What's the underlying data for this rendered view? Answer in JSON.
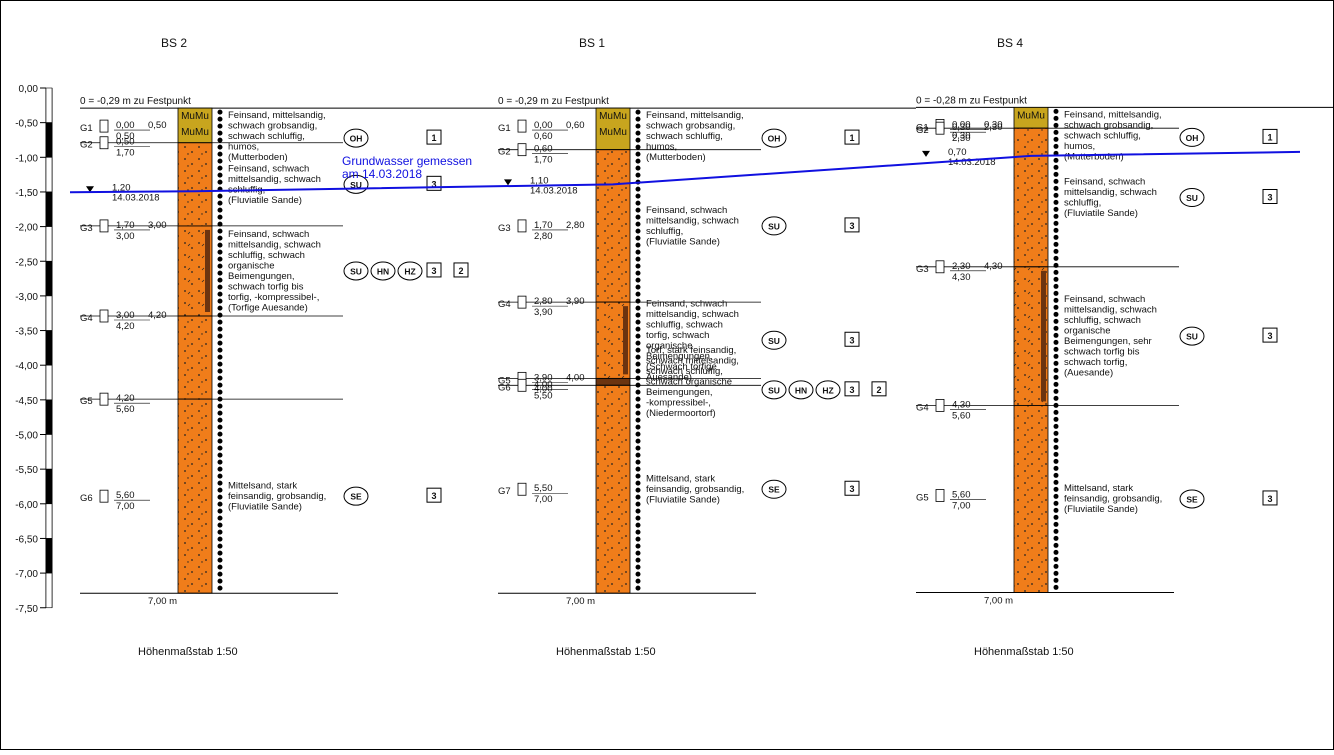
{
  "scale": {
    "ticks": [
      "0,00",
      "-0,50",
      "-1,00",
      "-1,50",
      "-2,00",
      "-2,50",
      "-3,00",
      "-3,50",
      "-4,00",
      "-4,50",
      "-5,00",
      "-5,50",
      "-6,00",
      "-6,50",
      "-7,00",
      "-7,50"
    ]
  },
  "groundwater": {
    "label_line1": "Grundwasser gemessen",
    "label_line2": "am 14.03.2018",
    "color": "#1010e0"
  },
  "colors": {
    "sand": "#f07d1a",
    "topsoil": "#c8a51e",
    "peat": "#6b3410",
    "gw_line": "#1010e0"
  },
  "boreholes": [
    {
      "id": "bs2",
      "title": "BS 2",
      "datum": "0 = -0,29 m zu Festpunkt",
      "datum_m": -0.29,
      "mu_labels": [
        "MuMu",
        "MuMu"
      ],
      "gw": {
        "depth_label": "1,20",
        "date": "14.03.2018",
        "depth_m": 1.2
      },
      "depth_end": "7,00 m",
      "scale_note": "Höhenmaßstab 1:50",
      "layers": [
        {
          "top": 0.0,
          "bottom": 0.5,
          "type": "topsoil",
          "desc": [
            "Feinsand, mittelsandig,",
            "schwach grobsandig,",
            "schwach schluffig,",
            "humos,",
            "(Mutterboden)"
          ],
          "symbols": [
            "OH"
          ],
          "classes": [
            "1"
          ]
        },
        {
          "top": 0.5,
          "bottom": 1.7,
          "type": "sand",
          "desc": [
            "Feinsand, schwach",
            "mittelsandig, schwach",
            "schluffig,",
            "(Fluviatile Sande)"
          ],
          "symbols": [
            "SU"
          ],
          "classes": [
            "3"
          ]
        },
        {
          "top": 1.7,
          "bottom": 3.0,
          "type": "peaty",
          "desc": [
            "Feinsand, schwach",
            "mittelsandig, schwach",
            "schluffig, schwach",
            "organische",
            "Beimengungen,",
            "schwach torfig bis",
            "torfig, -kompressibel-,",
            "(Torfige Auesande)"
          ],
          "symbols": [
            "SU",
            "HN",
            "HZ"
          ],
          "classes": [
            "3",
            "2"
          ]
        },
        {
          "top": 3.0,
          "bottom": 4.2,
          "type": "sand"
        },
        {
          "top": 4.2,
          "bottom": 7.0,
          "type": "sand",
          "desc": [
            "Mittelsand, stark",
            "feinsandig, grobsandig,",
            "(Fluviatile Sande)"
          ],
          "symbols": [
            "SE"
          ],
          "classes": [
            "3"
          ]
        }
      ],
      "samples": [
        {
          "id": "G1",
          "top": "0,00",
          "bottom": "0,50",
          "right": "0,50"
        },
        {
          "id": "G2",
          "top": "0,50",
          "bottom": "1,70",
          "right": ""
        },
        {
          "id": "G3",
          "top": "1,70",
          "bottom": "3,00",
          "right": "3,00"
        },
        {
          "id": "G4",
          "top": "3,00",
          "bottom": "4,20",
          "right": "4,20"
        },
        {
          "id": "G5",
          "top": "4,20",
          "bottom": "5,60",
          "right": ""
        },
        {
          "id": "G6",
          "top": "5,60",
          "bottom": "7,00",
          "right": ""
        }
      ]
    },
    {
      "id": "bs1",
      "title": "BS 1",
      "datum": "0 = -0,29 m zu Festpunkt",
      "datum_m": -0.29,
      "mu_labels": [
        "MuMu",
        "MuMu"
      ],
      "gw": {
        "depth_label": "1,10",
        "date": "14.03.2018",
        "depth_m": 1.1
      },
      "depth_end": "7,00 m",
      "scale_note": "Höhenmaßstab 1:50",
      "layers": [
        {
          "top": 0.0,
          "bottom": 0.6,
          "type": "topsoil",
          "desc": [
            "Feinsand, mittelsandig,",
            "schwach grobsandig,",
            "schwach schluffig,",
            "humos,",
            "(Mutterboden)"
          ],
          "symbols": [
            "OH"
          ],
          "classes": [
            "1"
          ]
        },
        {
          "top": 0.6,
          "bottom": 2.8,
          "type": "sand",
          "desc": [
            "Feinsand, schwach",
            "mittelsandig, schwach",
            "schluffig,",
            "(Fluviatile Sande)"
          ],
          "symbols": [
            "SU"
          ],
          "classes": [
            "3"
          ]
        },
        {
          "top": 2.8,
          "bottom": 3.9,
          "type": "peaty",
          "desc": [
            "Feinsand, schwach",
            "mittelsandig, schwach",
            "schluffig, schwach",
            "torfig, schwach",
            "organische",
            "Beimengungen,",
            "(Schwach torfige",
            "Auesande)"
          ],
          "symbols": [
            "SU"
          ],
          "classes": [
            "3"
          ]
        },
        {
          "top": 3.9,
          "bottom": 4.0,
          "type": "peat",
          "desc": [
            "Torf, stark feinsandig,",
            "schwach mittelsandig,",
            "schwach schluffig,",
            "schwach organische",
            "Beimengungen,",
            "-kompressibel-,",
            "(Niedermoortorf)"
          ],
          "symbols": [
            "SU",
            "HN",
            "HZ"
          ],
          "classes": [
            "3",
            "2"
          ]
        },
        {
          "top": 4.0,
          "bottom": 7.0,
          "type": "sand",
          "desc": [
            "Mittelsand, stark",
            "feinsandig, grobsandig,",
            "(Fluviatile Sande)"
          ],
          "symbols": [
            "SE"
          ],
          "classes": [
            "3"
          ]
        }
      ],
      "samples": [
        {
          "id": "G1",
          "top": "0,00",
          "bottom": "0,60",
          "right": "0,60"
        },
        {
          "id": "G2",
          "top": "0,60",
          "bottom": "1,70",
          "right": ""
        },
        {
          "id": "G3",
          "top": "1,70",
          "bottom": "2,80",
          "right": "2,80"
        },
        {
          "id": "G4",
          "top": "2,80",
          "bottom": "3,90",
          "right": "3,90"
        },
        {
          "id": "G5",
          "top": "3,90",
          "bottom": "4,00",
          "right": "4,00"
        },
        {
          "id": "G6",
          "top": "4,00",
          "bottom": "5,50",
          "right": ""
        },
        {
          "id": "G7",
          "top": "5,50",
          "bottom": "7,00",
          "right": ""
        }
      ]
    },
    {
      "id": "bs4",
      "title": "BS 4",
      "datum": "0 = -0,28 m zu Festpunkt",
      "datum_m": -0.28,
      "mu_labels": [
        "MuMu"
      ],
      "gw": {
        "depth_label": "0,70",
        "date": "14.03.2018",
        "depth_m": 0.7
      },
      "depth_end": "7,00 m",
      "scale_note": "Höhenmaßstab 1:50",
      "layers": [
        {
          "top": 0.0,
          "bottom": 0.3,
          "type": "topsoil",
          "desc": [
            "Feinsand, mittelsandig,",
            "schwach grobsandig,",
            "schwach schluffig,",
            "humos,",
            "(Mutterboden)"
          ],
          "symbols": [
            "OH"
          ],
          "classes": [
            "1"
          ]
        },
        {
          "top": 0.3,
          "bottom": 2.3,
          "type": "sand",
          "desc": [
            "Feinsand, schwach",
            "mittelsandig, schwach",
            "schluffig,",
            "(Fluviatile Sande)"
          ],
          "symbols": [
            "SU"
          ],
          "classes": [
            "3"
          ]
        },
        {
          "top": 2.3,
          "bottom": 4.3,
          "type": "peaty",
          "desc": [
            "Feinsand, schwach",
            "mittelsandig, schwach",
            "schluffig, schwach",
            "organische",
            "Beimengungen, sehr",
            "schwach torfig bis",
            "schwach torfig,",
            "(Auesande)"
          ],
          "symbols": [
            "SU"
          ],
          "classes": [
            "3"
          ]
        },
        {
          "top": 4.3,
          "bottom": 7.0,
          "type": "sand",
          "desc": [
            "Mittelsand, stark",
            "feinsandig, grobsandig,",
            "(Fluviatile Sande)"
          ],
          "symbols": [
            "SE"
          ],
          "classes": [
            "3"
          ]
        }
      ],
      "samples": [
        {
          "id": "G1",
          "top": "0,00",
          "bottom": "0,30",
          "right": "0,30"
        },
        {
          "id": "G2",
          "top": "0,30",
          "bottom": "2,30",
          "right": "2,30"
        },
        {
          "id": "G3",
          "top": "2,30",
          "bottom": "4,30",
          "right": "4,30"
        },
        {
          "id": "G4",
          "top": "4,30",
          "bottom": "5,60",
          "right": ""
        },
        {
          "id": "G5",
          "top": "5,60",
          "bottom": "7,00",
          "right": ""
        }
      ]
    }
  ]
}
